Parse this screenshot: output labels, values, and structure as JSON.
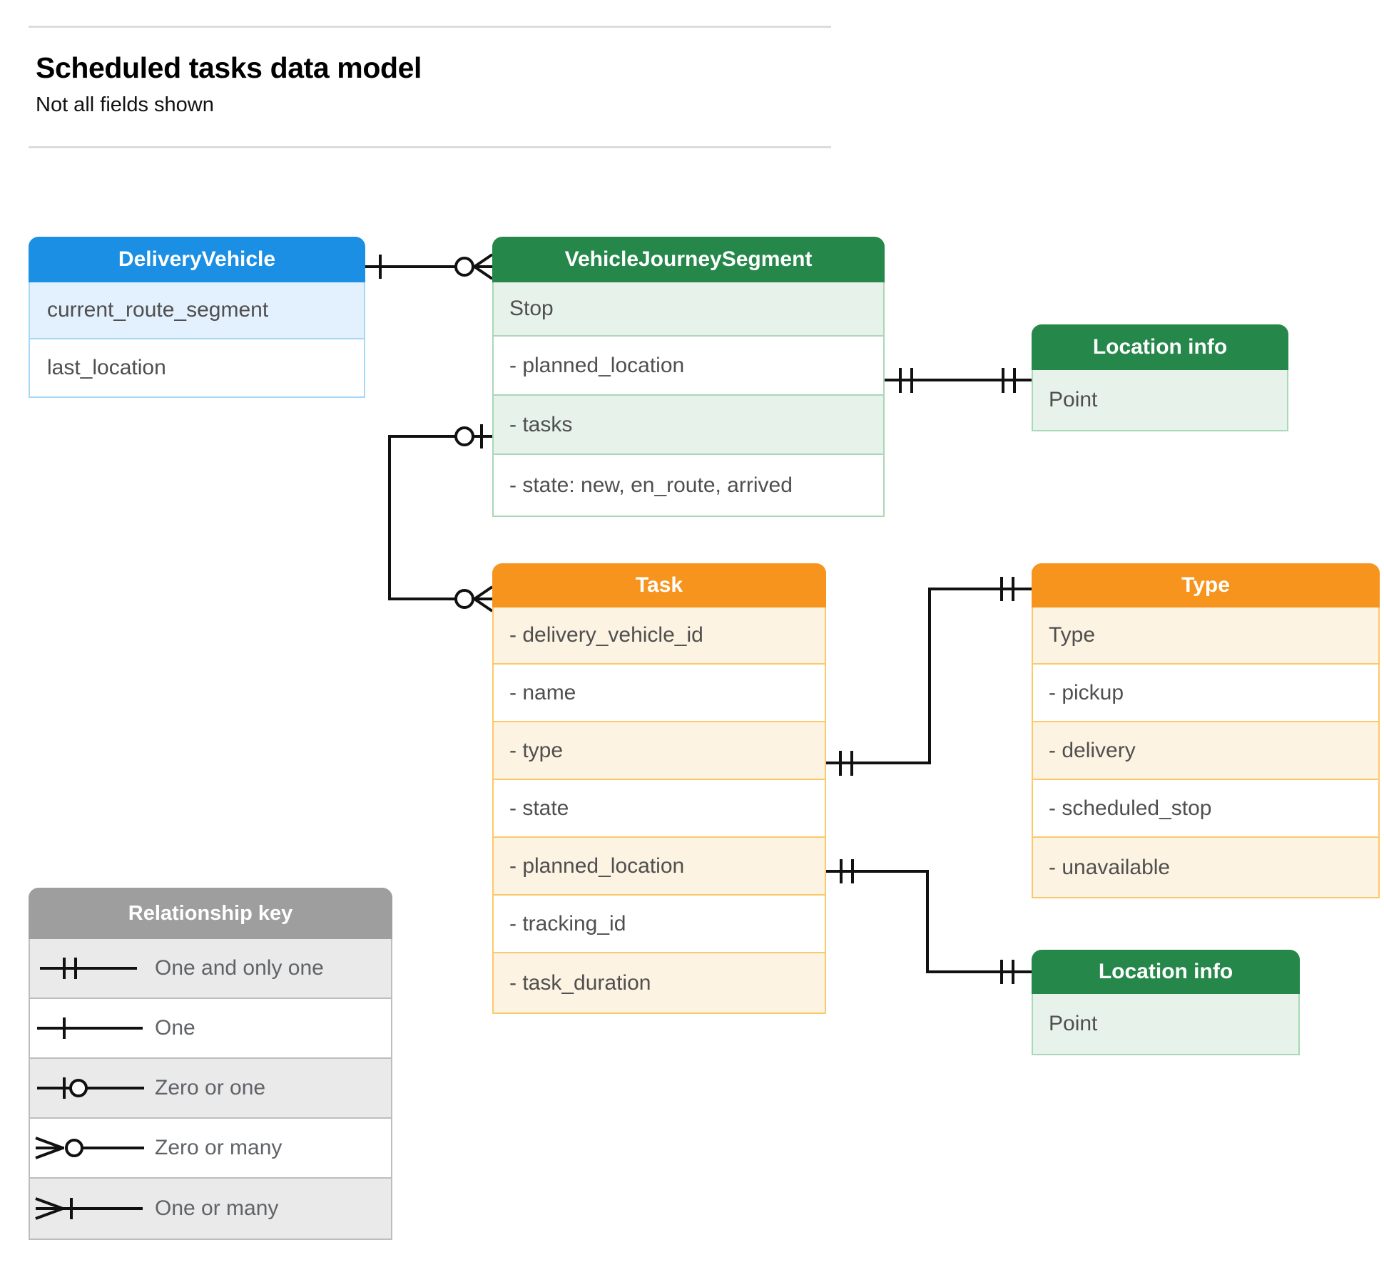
{
  "header": {
    "title": "Scheduled tasks data model",
    "subtitle": "Not all fields shown"
  },
  "entities": {
    "delivery_vehicle": {
      "title": "DeliveryVehicle",
      "color": "#1a8fe3",
      "rows": [
        "current_route_segment",
        "last_location"
      ]
    },
    "vehicle_journey_segment": {
      "title": "VehicleJourneySegment",
      "color": "#25874a",
      "rows": [
        "Stop",
        "-  planned_location",
        "- tasks",
        "- state: new, en_route, arrived"
      ]
    },
    "location_info_top": {
      "title": "Location info",
      "color": "#25874a",
      "rows": [
        "Point"
      ]
    },
    "task": {
      "title": "Task",
      "color": "#f7941e",
      "rows": [
        "- delivery_vehicle_id",
        "- name",
        "- type",
        "- state",
        "- planned_location",
        "- tracking_id",
        "- task_duration"
      ]
    },
    "type": {
      "title": "Type",
      "color": "#f7941e",
      "rows": [
        "Type",
        "-  pickup",
        "-  delivery",
        "-  scheduled_stop",
        "-  unavailable"
      ]
    },
    "location_info_bottom": {
      "title": "Location info",
      "color": "#25874a",
      "rows": [
        "Point"
      ]
    }
  },
  "legend": {
    "title": "Relationship key",
    "items": [
      {
        "label": "One and only one",
        "symbol": "one-and-only-one"
      },
      {
        "label": "One",
        "symbol": "one"
      },
      {
        "label": "Zero or one",
        "symbol": "zero-or-one"
      },
      {
        "label": "Zero or many",
        "symbol": "zero-or-many"
      },
      {
        "label": "One or many",
        "symbol": "one-or-many"
      }
    ]
  },
  "relationships": [
    {
      "from": "DeliveryVehicle",
      "from_card": "one",
      "to": "VehicleJourneySegment",
      "to_card": "zero-or-many"
    },
    {
      "from": "VehicleJourneySegment.tasks",
      "from_card": "zero-or-one",
      "to": "Task",
      "to_card": "zero-or-many"
    },
    {
      "from": "VehicleJourneySegment.planned_location",
      "from_card": "one-and-only-one",
      "to": "Location info",
      "to_card": "one-and-only-one"
    },
    {
      "from": "Task.type",
      "from_card": "one-and-only-one",
      "to": "Type",
      "to_card": "one-and-only-one"
    },
    {
      "from": "Task.planned_location",
      "from_card": "one-and-only-one",
      "to": "Location info",
      "to_card": "one-and-only-one"
    }
  ]
}
